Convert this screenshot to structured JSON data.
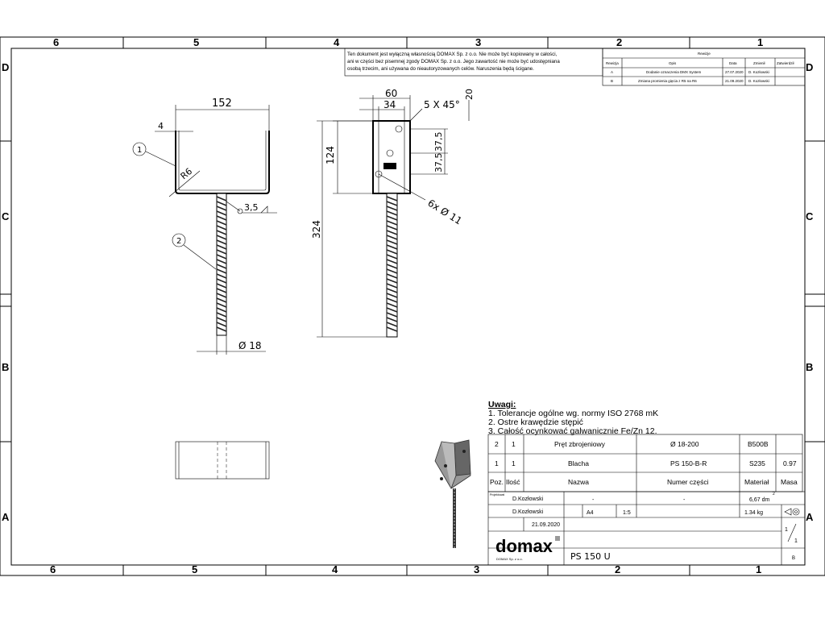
{
  "frame": {
    "columns": [
      "6",
      "5",
      "4",
      "3",
      "2",
      "1"
    ],
    "rows": [
      "D",
      "C",
      "B",
      "A"
    ]
  },
  "notice": {
    "lines": [
      "Ten dokument jest wyłączną własnością DOMAX Sp. z o.o. Nie może być kopiowany w całości,",
      "ani w części bez pisemnej zgody DOMAX Sp. z o.o. Jego zawartość nie może być udostępniana",
      "osobą trzecim, ani używana do nieautoryzowanych celów. Naruszenia będą ścigane."
    ]
  },
  "revisions": {
    "title": "Rewizje",
    "headers": [
      "Rewizja",
      "Opis",
      "Data",
      "Zmienił",
      "Zatwierdził"
    ],
    "rows": [
      [
        "A",
        "Dodanie oznaczenia DMX System",
        "27.07.2020",
        "D. Kozłowski",
        ""
      ],
      [
        "B",
        "Zmiana promienia gięcia z R5 na R6",
        "21.09.2020",
        "D. Kozłowski",
        ""
      ]
    ]
  },
  "dimensions": {
    "width_top": "152",
    "wall": "4",
    "radius": "R6",
    "weld": "3,5",
    "rod_dia": "Ø 18",
    "side_width": "60",
    "side_inner": "34",
    "chamfer": "5 X 45°",
    "top_offset": "20",
    "plate_height": "124",
    "hole_pitch_1": "37,5",
    "hole_pitch_2": "37,5",
    "holes": "6x Ø 11",
    "total_height": "324"
  },
  "balloons": [
    "1",
    "2"
  ],
  "notes": {
    "title": "Uwagi:",
    "items": [
      "1. Tolerancje ogólne wg. normy ISO 2768  mK",
      "2. Ostre krawędzie stępić",
      "3. Całość ocynkować galwanicznie Fe/Zn 12."
    ]
  },
  "bom": {
    "rows": [
      [
        "2",
        "1",
        "Pręt zbrojeniowy",
        "Ø 18-200",
        "B500B",
        ""
      ],
      [
        "1",
        "1",
        "Blacha",
        "PS 150-B-R",
        "S235",
        "0.97"
      ]
    ],
    "headers": [
      "Poz.",
      "Ilość",
      "Nazwa",
      "Numer części",
      "Materiał",
      "Masa"
    ]
  },
  "title_block": {
    "designer_label": "Projektował",
    "designer": "D.Kozłowski",
    "drawn": "D.Kozłowski",
    "date": "21.09.2020",
    "format": "A4",
    "scale": "1:5",
    "dash1": "-",
    "dash2": "-",
    "area": "6,67 dm",
    "area_sup": "2",
    "mass": "1.34 kg",
    "sheet_of_1": "1",
    "sheet_of_2": "1",
    "revision": "B",
    "logo": "domax",
    "logo_sub": "DOMAX Sp. z o.o.",
    "drawing_name": "PS 150 U"
  }
}
